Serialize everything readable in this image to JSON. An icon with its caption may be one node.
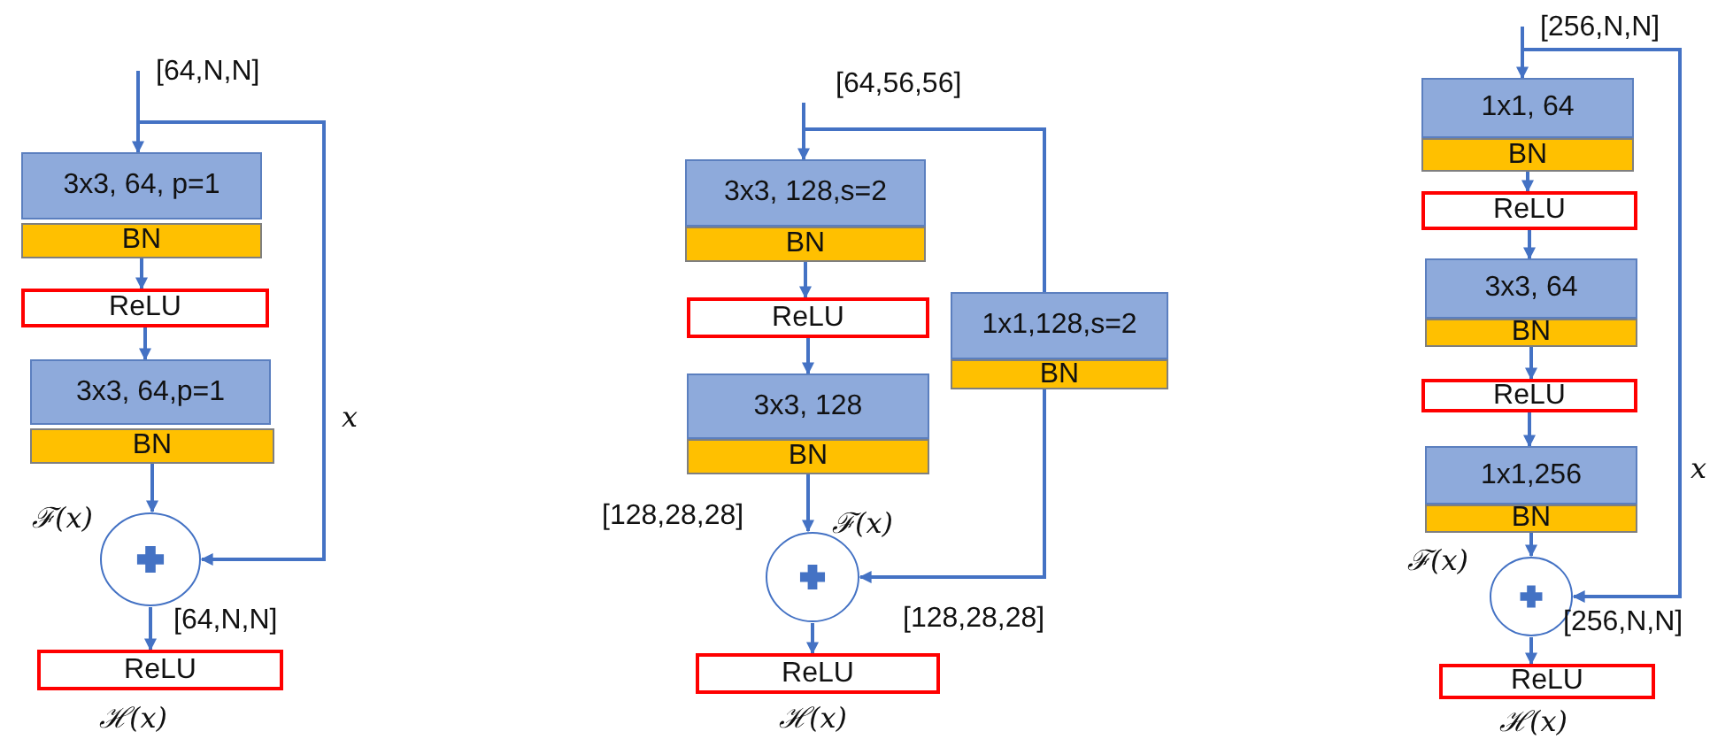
{
  "diagram": {
    "nodes": [
      {
        "text": [
          "3x3, 64, p=1"
        ]
      },
      {
        "text": [
          "BN"
        ]
      },
      {
        "text": [
          "ReLU"
        ]
      },
      {
        "text": [
          "3x3, 64,p=1"
        ]
      },
      {
        "text": [
          "BN"
        ]
      },
      {
        "text": [],
        "shape": "circle",
        "beside": [
          "ℱ(x)"
        ]
      },
      {
        "text": [
          "ReLU"
        ],
        "beside": [
          "ℋ(x)"
        ]
      },
      {
        "text": [
          "3x3, 128,s=2"
        ]
      },
      {
        "text": [
          "BN"
        ]
      },
      {
        "text": [
          "ReLU"
        ]
      },
      {
        "text": [
          "3x3, 128"
        ]
      },
      {
        "text": [
          "BN"
        ]
      },
      {
        "text": [
          "1x1,128,s=2"
        ]
      },
      {
        "text": [
          "BN"
        ]
      },
      {
        "text": [],
        "shape": "circle",
        "beside": [
          "ℱ(x)"
        ]
      },
      {
        "text": [
          "ReLU"
        ],
        "beside": [
          "ℋ(x)"
        ]
      },
      {
        "text": [
          "1x1, 64"
        ]
      },
      {
        "text": [
          "BN"
        ]
      },
      {
        "text": [
          "ReLU"
        ]
      },
      {
        "text": [
          "3x3, 64"
        ]
      },
      {
        "text": [
          "BN"
        ]
      },
      {
        "text": [
          "ReLU"
        ]
      },
      {
        "text": [
          "1x1,256"
        ]
      },
      {
        "text": [
          "BN"
        ]
      },
      {
        "text": [],
        "shape": "circle",
        "beside": [
          "ℱ(x)"
        ]
      },
      {
        "text": [
          "ReLU"
        ],
        "beside": [
          "ℋ(x)"
        ]
      }
    ],
    "edges": [
      {
        "from": null,
        "to": 0,
        "arrow": "to"
      },
      {
        "from": 1,
        "to": 2,
        "arrow": "to"
      },
      {
        "from": 2,
        "to": 3,
        "arrow": "to"
      },
      {
        "from": 4,
        "to": 5,
        "arrow": "to"
      },
      {
        "from": null,
        "to": 5,
        "arrow": "to"
      },
      {
        "from": 5,
        "to": 6,
        "arrow": "to"
      },
      {
        "from": null,
        "to": 7,
        "arrow": "to"
      },
      {
        "from": 8,
        "to": 9,
        "arrow": "to"
      },
      {
        "from": 9,
        "to": 10,
        "arrow": "to"
      },
      {
        "from": 11,
        "to": 14,
        "arrow": "to"
      },
      {
        "from": null,
        "to": 12,
        "arrow": "none"
      },
      {
        "from": 13,
        "to": 14,
        "arrow": "to"
      },
      {
        "from": 14,
        "to": 15,
        "arrow": "to"
      },
      {
        "from": null,
        "to": 16,
        "arrow": "to"
      },
      {
        "from": 17,
        "to": 18,
        "arrow": "to"
      },
      {
        "from": 18,
        "to": 19,
        "arrow": "to"
      },
      {
        "from": 20,
        "to": 21,
        "arrow": "to"
      },
      {
        "from": 21,
        "to": 22,
        "arrow": "to"
      },
      {
        "from": 23,
        "to": 24,
        "arrow": "to"
      },
      {
        "from": null,
        "to": 24,
        "arrow": "to"
      },
      {
        "from": 24,
        "to": 25,
        "arrow": "to"
      }
    ],
    "labels": [
      "[64,N,N]",
      "x",
      "[64,N,N]",
      "[64,56,56]",
      "[128,28,28]",
      "[128,28,28]",
      "[256,N,N]",
      "x",
      "[256,N,N]"
    ]
  }
}
